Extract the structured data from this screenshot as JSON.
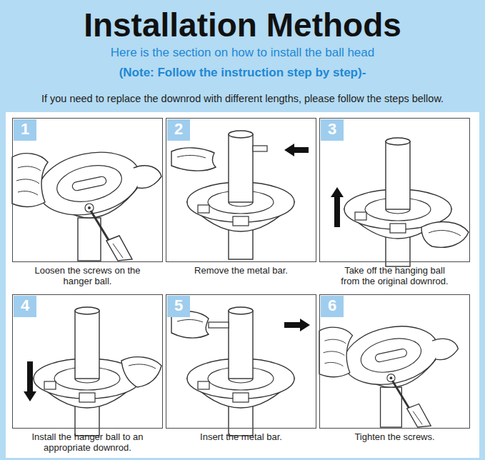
{
  "diagram": {
    "title": "Installation Methods",
    "nodes": [
      {
        "text": [
          "Loosen the screws on the hanger ball."
        ]
      },
      {
        "text": [
          "1"
        ],
        "in": 0
      },
      {
        "text": [
          "Remove the metal bar."
        ]
      },
      {
        "text": [
          "2"
        ],
        "in": 2
      },
      {
        "text": [
          "Take off the hanging ball from the original downrod."
        ]
      },
      {
        "text": [
          "3"
        ],
        "in": 4
      },
      {
        "text": [
          "Install the hanger ball to an appropriate downrod."
        ]
      },
      {
        "text": [
          "4"
        ],
        "in": 6
      },
      {
        "text": [
          "Insert the metal bar."
        ]
      },
      {
        "text": [
          "5"
        ],
        "in": 8
      },
      {
        "text": [
          "Tighten the screws."
        ]
      },
      {
        "text": [
          "6"
        ],
        "in": 10
      }
    ],
    "labels": [
      "Here is the section on how to install the ball head",
      "(Note: Follow the instruction step by step)-",
      "If you need to replace the downrod with different lengths, please follow the steps bellow."
    ]
  }
}
